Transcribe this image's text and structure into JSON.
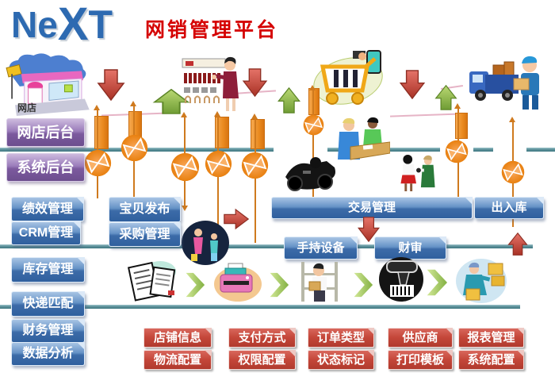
{
  "header": {
    "logo_parts": [
      "Ne",
      "X",
      "T"
    ],
    "title": "网销管理平台"
  },
  "shop_caption": "网店",
  "backend": {
    "shop_backend": "网店后台",
    "system_backend": "系统后台"
  },
  "modules": {
    "performance": "绩效管理",
    "crm": "CRM管理",
    "listing": "宝贝发布",
    "purchasing": "采购管理",
    "trade": "交易管理",
    "warehouse_io": "出入库",
    "handheld": "手持设备",
    "finance_audit": "财审",
    "inventory": "库存管理",
    "express_match": "快递匹配",
    "finance": "财务管理",
    "analytics": "数据分析"
  },
  "config_row1": [
    "店铺信息",
    "支付方式",
    "订单类型",
    "供应商",
    "报表管理"
  ],
  "config_row2": [
    "物流配置",
    "权限配置",
    "状态标记",
    "打印模板",
    "系统配置"
  ],
  "colors": {
    "logo_blue": "#2d6ab1",
    "title_red": "#d50000",
    "backend_purple": "#7c5a9e",
    "module_blue": "#3c6ba8",
    "config_red": "#c44639",
    "flow_orange": "#ea8a1f",
    "line_teal": "#4d8893",
    "arrow_green": "#86b741",
    "arrow_red": "#c0392b"
  }
}
